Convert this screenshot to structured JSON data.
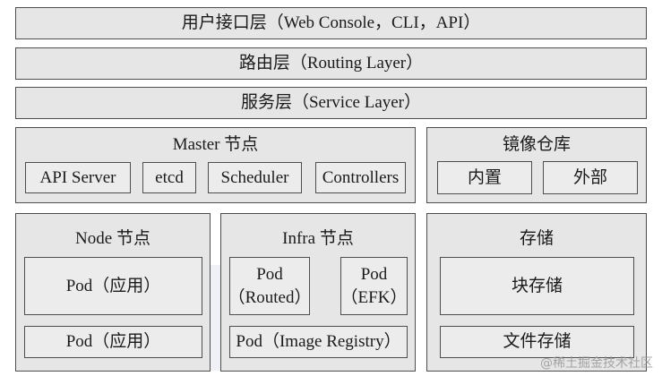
{
  "layers": {
    "user_interface": "用户接口层（Web Console，CLI，API）",
    "routing": "路由层（Routing Layer）",
    "service": "服务层（Service Layer）"
  },
  "master": {
    "title": "Master 节点",
    "components": [
      "API Server",
      "etcd",
      "Scheduler",
      "Controllers"
    ]
  },
  "registry": {
    "title": "镜像仓库",
    "items": [
      "内置",
      "外部"
    ]
  },
  "node": {
    "title": "Node 节点",
    "pods": [
      "Pod（应用）",
      "Pod（应用）"
    ]
  },
  "infra": {
    "title": "Infra 节点",
    "pod_routed": [
      "Pod",
      "（Routed）"
    ],
    "pod_efk": [
      "Pod",
      "（EFK）"
    ],
    "pod_registry": "Pod（Image Registry）"
  },
  "storage": {
    "title": "存储",
    "items": [
      "块存储",
      "文件存储"
    ]
  },
  "watermark": "@稀土掘金技术社区"
}
